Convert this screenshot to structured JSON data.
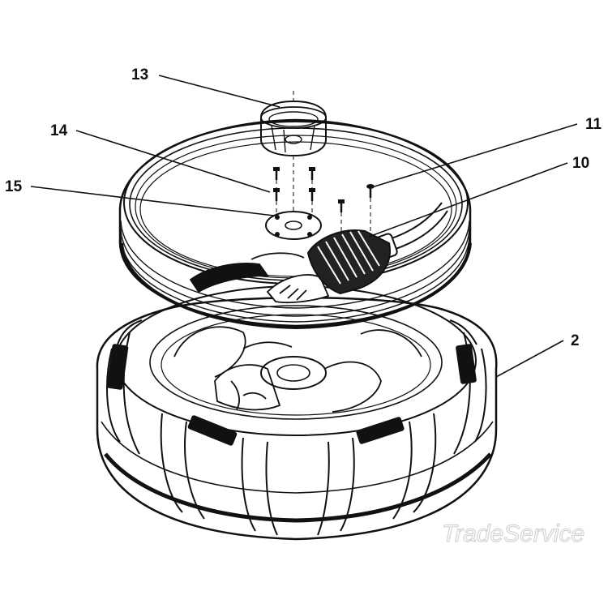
{
  "callouts": {
    "c13": "13",
    "c14": "14",
    "c15": "15",
    "c11": "11",
    "c10": "10",
    "c2": "2"
  },
  "watermark": "TradeService",
  "colors": {
    "ink": "#111111",
    "body_fill": "#ffffff",
    "watermark": "#d4d4d4"
  }
}
